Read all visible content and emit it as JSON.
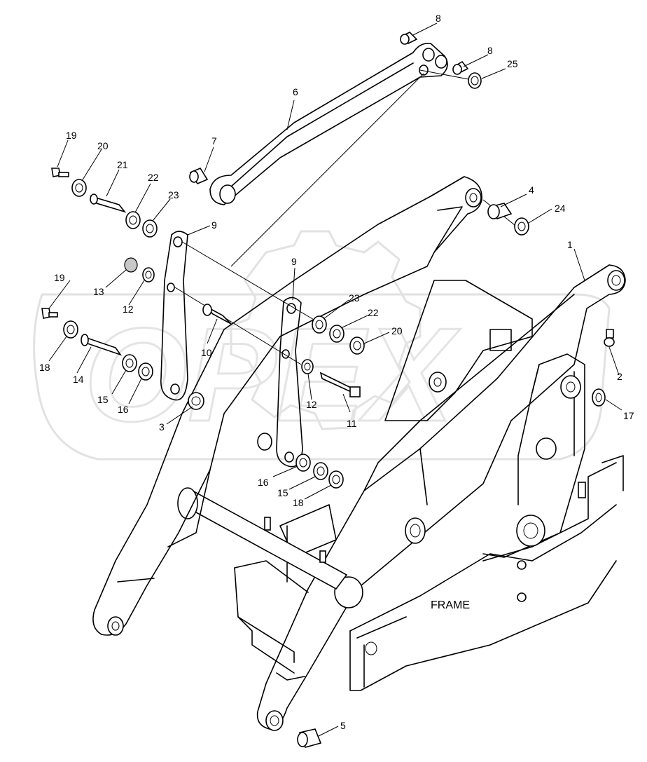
{
  "figure": {
    "frame_label": "FRAME",
    "callouts": [
      "1",
      "2",
      "3",
      "4",
      "5",
      "6",
      "7",
      "8",
      "8",
      "9",
      "9",
      "10",
      "11",
      "12",
      "12",
      "13",
      "14",
      "15",
      "15",
      "16",
      "16",
      "17",
      "18",
      "18",
      "19",
      "19",
      "20",
      "20",
      "21",
      "22",
      "22",
      "23",
      "23",
      "24",
      "25"
    ]
  },
  "watermark": {
    "text": "OPEX",
    "color": "#e2e2e2"
  }
}
